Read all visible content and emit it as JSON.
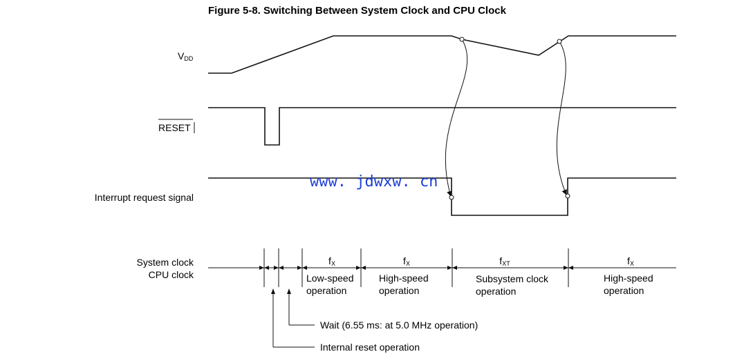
{
  "figure": {
    "title": "Figure 5-8.  Switching Between System Clock and CPU Clock"
  },
  "signals": {
    "vdd_main": "V",
    "vdd_sub": "DD",
    "reset": "RESET",
    "interrupt": "Interrupt request signal",
    "system_clock": "System clock",
    "cpu_clock": "CPU clock"
  },
  "segments": [
    {
      "clock": "f",
      "clock_sub": "X",
      "line1": "Low-speed",
      "line2": "operation"
    },
    {
      "clock": "f",
      "clock_sub": "X",
      "line1": "High-speed",
      "line2": "operation"
    },
    {
      "clock": "f",
      "clock_sub": "XT",
      "line1": "Subsystem clock",
      "line2": "operation"
    },
    {
      "clock": "f",
      "clock_sub": "X",
      "line1": "High-speed",
      "line2": "operation"
    }
  ],
  "annotations": {
    "wait": "Wait (6.55 ms:  at 5.0 MHz operation)",
    "internal_reset": "Internal reset operation"
  },
  "watermark": "www. jdwxw. cn"
}
